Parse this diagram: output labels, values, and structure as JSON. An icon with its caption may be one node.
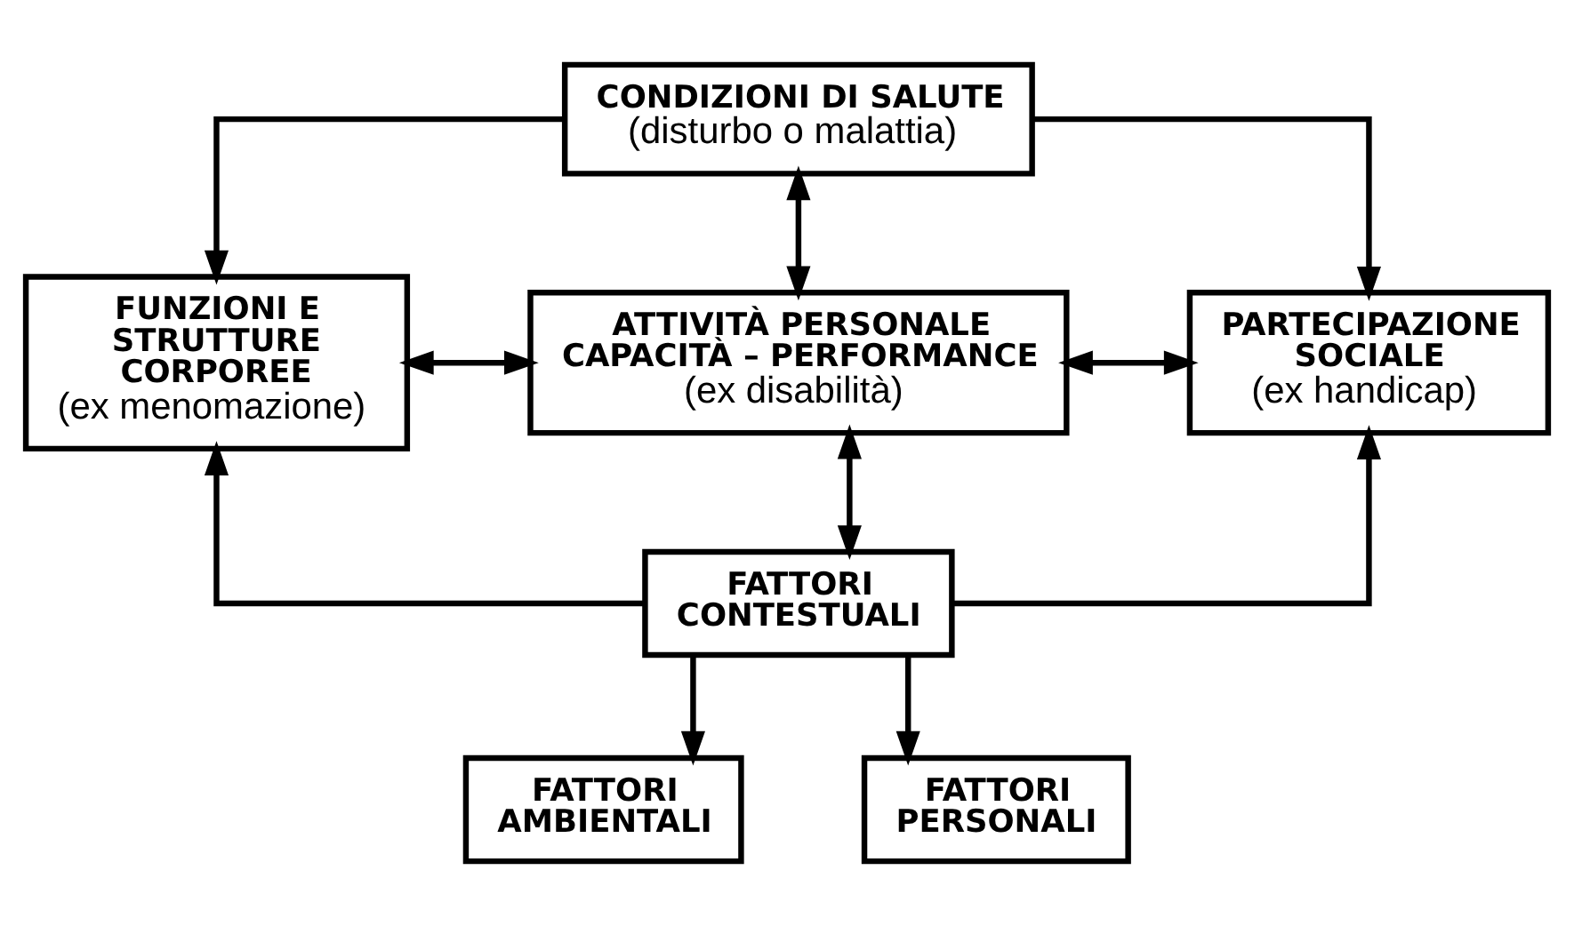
{
  "diagram": {
    "nodes": [
      {
        "text": [
          "CONDIZIONI DI SALUTE",
          "(disturbo o malattia)"
        ]
      },
      {
        "text": [
          "FUNZIONI E STRUTTURE CORPOREE",
          "(ex menomazione)"
        ]
      },
      {
        "text": [
          "ATTIVITÀ PERSONALE CAPACITÀ – PERFORMANCE",
          "(ex disabilità)"
        ]
      },
      {
        "text": [
          "PARTECIPAZIONE SOCIALE",
          "(ex handicap)"
        ]
      },
      {
        "text": [
          "FATTORI CONTESTUALI"
        ]
      },
      {
        "text": [
          "FATTORI AMBIENTALI"
        ]
      },
      {
        "text": [
          "FATTORI PERSONALI"
        ]
      }
    ],
    "edges": [
      {
        "from": 0,
        "to": 2,
        "arrow": "both"
      },
      {
        "from": 0,
        "to": 1,
        "arrow": "to"
      },
      {
        "from": 0,
        "to": 3,
        "arrow": "to"
      },
      {
        "from": 1,
        "to": 2,
        "arrow": "both"
      },
      {
        "from": 2,
        "to": 3,
        "arrow": "both"
      },
      {
        "from": 4,
        "to": 2,
        "arrow": "both"
      },
      {
        "from": 4,
        "to": 1,
        "arrow": "to"
      },
      {
        "from": 4,
        "to": 3,
        "arrow": "to"
      },
      {
        "from": 4,
        "to": 5,
        "arrow": "to"
      },
      {
        "from": 4,
        "to": 6,
        "arrow": "to"
      }
    ]
  }
}
